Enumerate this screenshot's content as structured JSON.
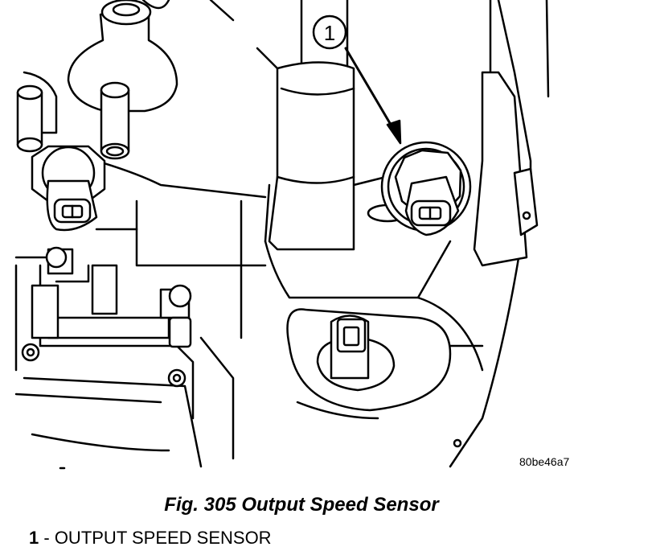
{
  "figure": {
    "code": "80be46a7",
    "caption": "Fig. 305 Output Speed Sensor",
    "callout_number": "1"
  },
  "legend": {
    "items": [
      {
        "number": "1",
        "separator": " - ",
        "text": "OUTPUT SPEED SENSOR"
      }
    ]
  }
}
